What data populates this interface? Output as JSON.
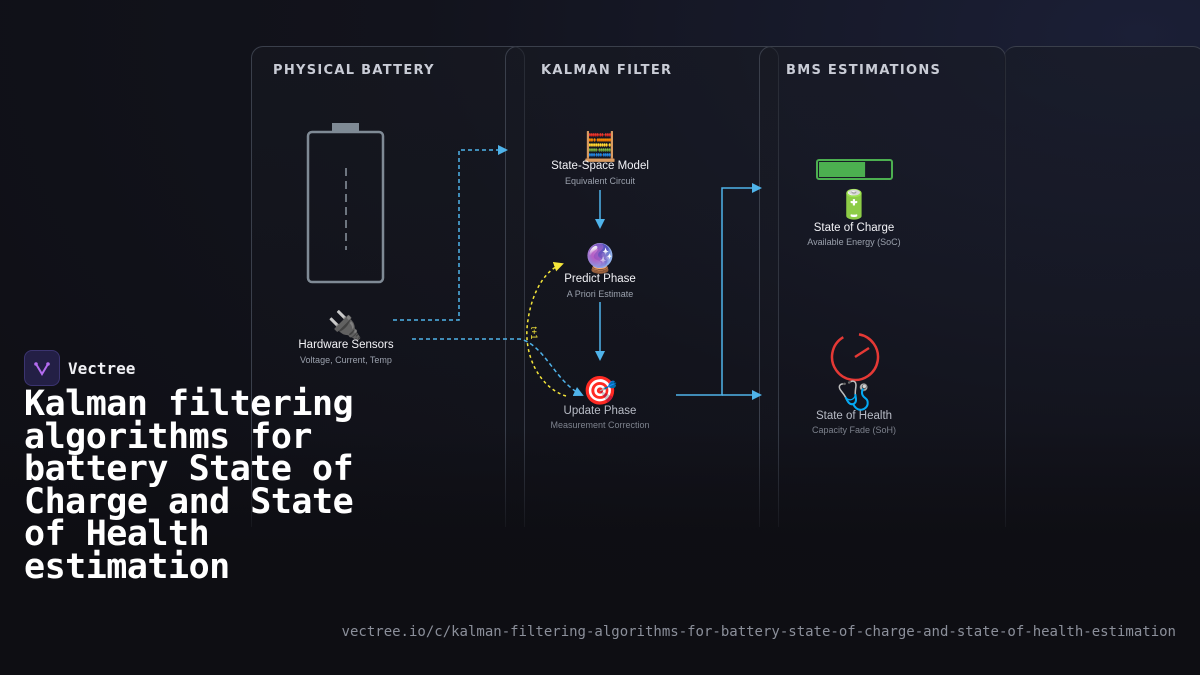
{
  "panels": [
    {
      "title": "PHYSICAL BATTERY"
    },
    {
      "title": "KALMAN FILTER"
    },
    {
      "title": "BMS ESTIMATIONS"
    }
  ],
  "nodes": {
    "sensors": {
      "label": "Hardware Sensors",
      "sub": "Voltage, Current, Temp",
      "icon": "plug-icon"
    },
    "model": {
      "label": "State-Space Model",
      "sub": "Equivalent Circuit",
      "icon": "abacus-icon"
    },
    "predict": {
      "label": "Predict Phase",
      "sub": "A Priori Estimate",
      "icon": "crystal-ball-icon"
    },
    "update": {
      "label": "Update Phase",
      "sub": "Measurement Correction",
      "icon": "target-icon"
    },
    "soc": {
      "label": "State of Charge",
      "sub": "Available Energy (SoC)",
      "icon": "battery-icon",
      "level": 0.65
    },
    "soh": {
      "label": "State of Health",
      "sub": "Capacity Fade (SoH)",
      "icon": "stethoscope-icon"
    }
  },
  "loop_label": "t+1",
  "colors": {
    "accent": "#4fb3ea",
    "loop": "#f5e63a",
    "soc": "#4caf50",
    "soh": "#e53935"
  },
  "brand": {
    "name": "Vectree"
  },
  "headline": "Kalman filtering algorithms for battery State of Charge and State of Health estimation",
  "url": "vectree.io/c/kalman-filtering-algorithms-for-battery-state-of-charge-and-state-of-health-estimation"
}
